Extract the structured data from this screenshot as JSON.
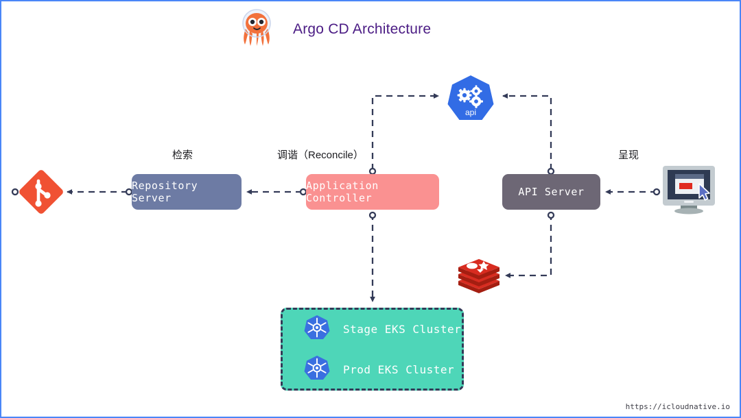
{
  "header": {
    "title": "Argo CD Architecture",
    "logo_icon": "argo-cd-octopus-logo",
    "title_color": "#4b1c84"
  },
  "footer": {
    "url": "https://icloudnative.io"
  },
  "canvas": {
    "border_color": "#4a86f7",
    "background": "#ffffff",
    "edge_color": "#333a57"
  },
  "nodes": [
    {
      "id": "repository-server",
      "label": "Repository Server",
      "color": "#6d7ba4"
    },
    {
      "id": "application-controller",
      "label": "Application Controller",
      "color": "#fa9191"
    },
    {
      "id": "api-server",
      "label": "API Server",
      "color": "#6d6775"
    }
  ],
  "icons": [
    {
      "id": "git",
      "name": "git-logo-icon",
      "color": "#f05133"
    },
    {
      "id": "k8s-api",
      "name": "kubernetes-api-icon",
      "label": "api",
      "color": "#326ce5"
    },
    {
      "id": "redis",
      "name": "redis-logo-icon",
      "color": "#d82c20"
    },
    {
      "id": "monitor",
      "name": "monitor-browser-icon",
      "color": "#2e3a52"
    }
  ],
  "cluster_group": {
    "background": "#4ed6b8",
    "border_color": "#333a57",
    "items": [
      {
        "label": "Stage EKS Cluster",
        "icon": "kubernetes-helm-icon"
      },
      {
        "label": "Prod EKS Cluster",
        "icon": "kubernetes-helm-icon"
      }
    ]
  },
  "edge_labels": {
    "retrieve": "检索",
    "reconcile": "调谐（Reconcile）",
    "present": "呈现"
  },
  "edges": [
    {
      "from": "repository-server",
      "to": "git",
      "style": "dashed",
      "arrow": "end"
    },
    {
      "from": "application-controller",
      "to": "repository-server",
      "style": "dashed",
      "arrow": "end"
    },
    {
      "from": "application-controller",
      "to": "k8s-api",
      "style": "dashed",
      "arrow": "end"
    },
    {
      "from": "application-controller",
      "to": "cluster-group",
      "style": "dashed",
      "arrow": "end"
    },
    {
      "from": "api-server",
      "to": "k8s-api",
      "style": "dashed",
      "arrow": "end"
    },
    {
      "from": "api-server",
      "to": "redis",
      "style": "dashed",
      "arrow": "end"
    },
    {
      "from": "monitor",
      "to": "api-server",
      "style": "dashed",
      "arrow": "end"
    }
  ]
}
